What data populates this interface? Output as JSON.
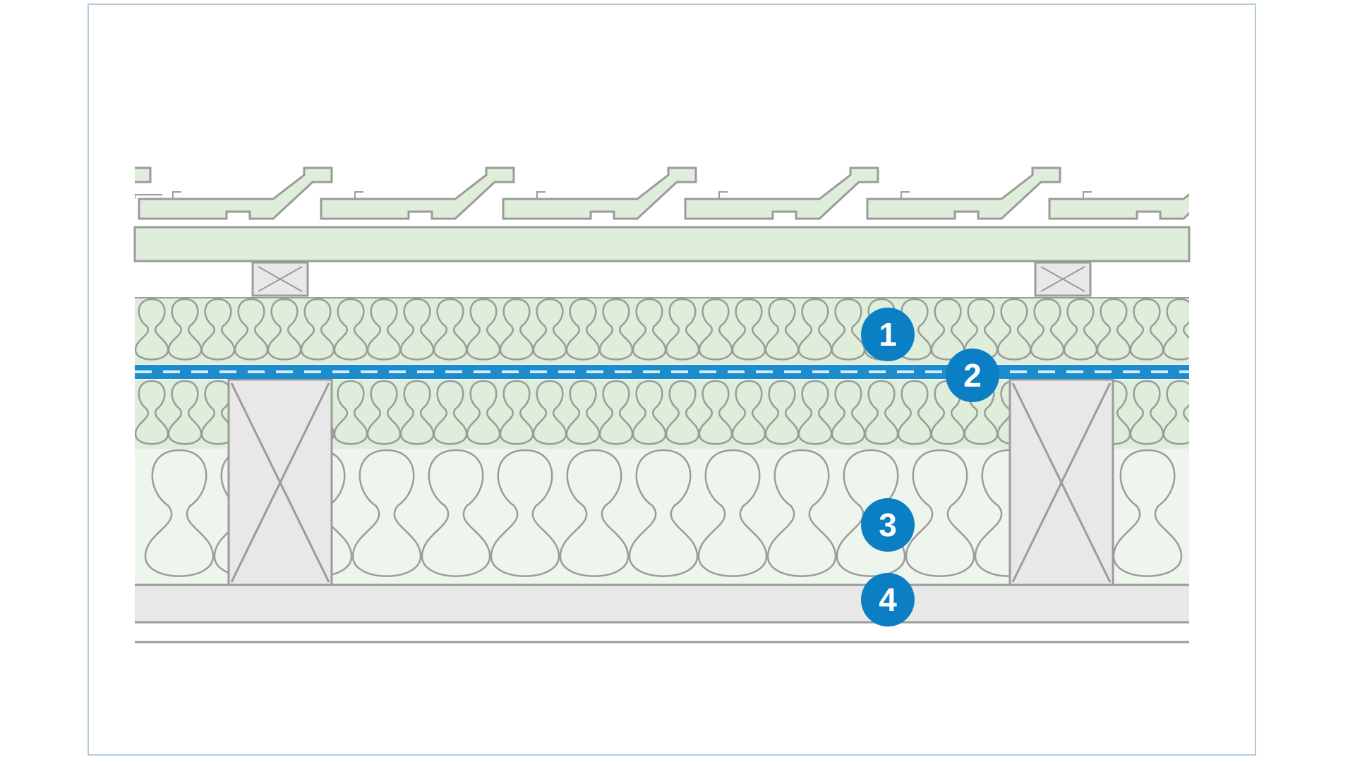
{
  "colors": {
    "outline": "#9b9b9b",
    "insulation_fill": "#dfeddb",
    "insulation_fill_light": "#eef5ec",
    "timber_fill": "#e8e8e8",
    "membrane": "#1b8ccc",
    "membrane_dash": "#d5ebf7",
    "badge": "#0b7fc3",
    "badge_text": "#ffffff",
    "frame": "#b3c9dc"
  },
  "icons": {
    "roof_tiles": "roof-tiles",
    "batten": "batten-cross-section",
    "rafter": "rafter-cross-section"
  },
  "layers": [
    {
      "number": "1",
      "key": "top-insulation-layer"
    },
    {
      "number": "2",
      "key": "membrane-layer"
    },
    {
      "number": "3",
      "key": "between-rafter-insulation-layer"
    },
    {
      "number": "4",
      "key": "interior-lining-layer"
    }
  ]
}
